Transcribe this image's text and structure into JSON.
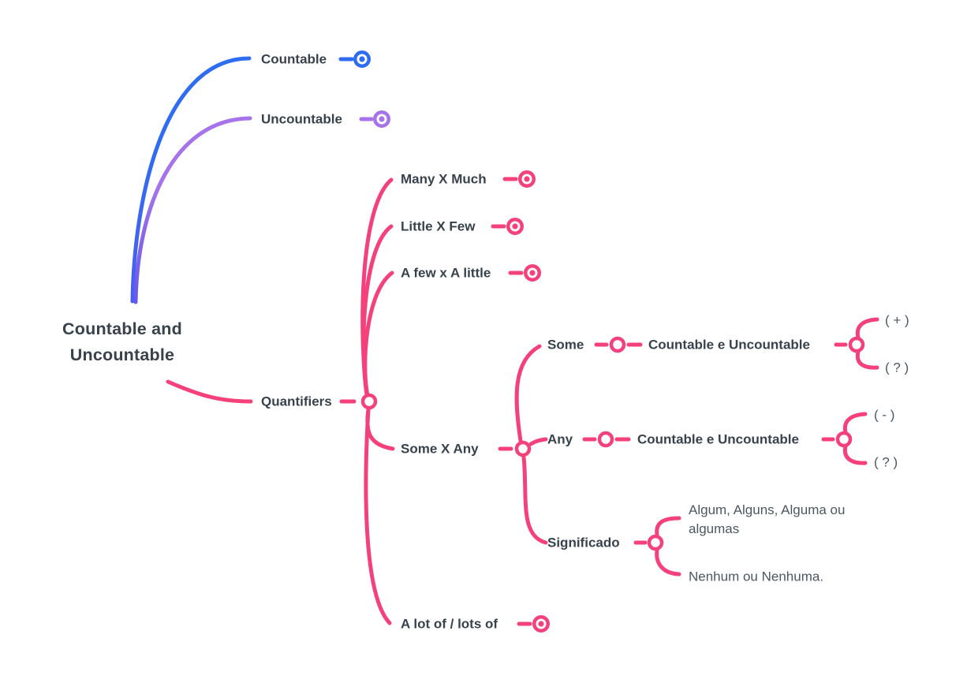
{
  "title": "Countable and Uncountable mind map",
  "colors": {
    "blue": "#2e6cf1",
    "blue_start": "#4c5ef1",
    "purple": "#a673ea",
    "purple_start": "#6659ea",
    "pink": "#f4417b",
    "text_primary": "#37424c",
    "text_secondary": "#4d5761",
    "background": "#ffffff"
  },
  "icons": {
    "leaf_terminal": "bullseye-node-icon",
    "branch_toggle": "open-circle-node-icon"
  },
  "tree": {
    "label": "Countable and Uncountable",
    "children": [
      {
        "label": "Countable",
        "color": "#2e6cf1"
      },
      {
        "label": "Uncountable",
        "color": "#a673ea"
      },
      {
        "label": "Quantifiers",
        "color": "#f4417b",
        "children": [
          {
            "label": "Many X Much"
          },
          {
            "label": "Little X Few"
          },
          {
            "label": "A few x A little"
          },
          {
            "label": "Some X Any",
            "children": [
              {
                "label": "Some",
                "children": [
                  {
                    "label": "Countable e Uncountable",
                    "children": [
                      {
                        "label": "( + )"
                      },
                      {
                        "label": "( ? )"
                      }
                    ]
                  }
                ]
              },
              {
                "label": "Any",
                "children": [
                  {
                    "label": "Countable e Uncountable",
                    "children": [
                      {
                        "label": "( - )"
                      },
                      {
                        "label": "( ? )"
                      }
                    ]
                  }
                ]
              },
              {
                "label": "Significado",
                "children": [
                  {
                    "label": "Algum, Alguns, Alguma ou algumas"
                  },
                  {
                    "label": "Nenhum ou Nenhuma."
                  }
                ]
              }
            ]
          },
          {
            "label": "A lot of / lots of"
          }
        ]
      }
    ]
  }
}
